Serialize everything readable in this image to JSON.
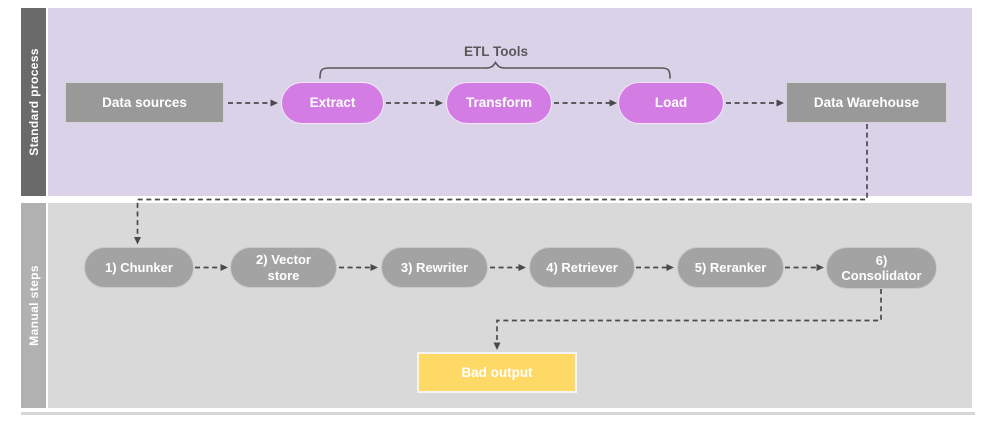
{
  "title": "ETL standard process vs manual steps diagram",
  "colors": {
    "lane_standard_bg": "#d9d2e9",
    "lane_manual_bg": "#d9d9d9",
    "lane_standard_bar": "#6a6a6a",
    "lane_manual_bar": "#b1b1b1",
    "process_gray": "#999999",
    "step_gray": "#a3a3a3",
    "etl_purple": "#d37de4",
    "warning_yellow": "#ffd966",
    "connector": "#4a4a4a",
    "annotation_text": "#595959"
  },
  "lanes": {
    "standard": {
      "label": "Standard process",
      "annotation": "ETL Tools",
      "nodes": [
        {
          "id": "data-sources",
          "label": "Data sources",
          "shape": "rectangle"
        },
        {
          "id": "extract",
          "label": "Extract",
          "shape": "pill"
        },
        {
          "id": "transform",
          "label": "Transform",
          "shape": "pill"
        },
        {
          "id": "load",
          "label": "Load",
          "shape": "pill"
        },
        {
          "id": "data-warehouse",
          "label": "Data Warehouse",
          "shape": "rectangle"
        }
      ]
    },
    "manual": {
      "label": "Manual steps",
      "nodes": [
        {
          "id": "chunker",
          "label": "1) Chunker",
          "shape": "pill"
        },
        {
          "id": "vector-store",
          "label": "2) Vector store",
          "shape": "pill"
        },
        {
          "id": "rewriter",
          "label": "3) Rewriter",
          "shape": "pill"
        },
        {
          "id": "retriever",
          "label": "4) Retriever",
          "shape": "pill"
        },
        {
          "id": "reranker",
          "label": "5) Reranker",
          "shape": "pill"
        },
        {
          "id": "consolidator",
          "label": "6) Consolidator",
          "shape": "pill"
        },
        {
          "id": "bad-output",
          "label": "Bad output",
          "shape": "rectangle"
        }
      ]
    }
  },
  "connections": [
    {
      "from": "data-sources",
      "to": "extract",
      "style": "dashed-arrow"
    },
    {
      "from": "extract",
      "to": "transform",
      "style": "dashed-arrow"
    },
    {
      "from": "transform",
      "to": "load",
      "style": "dashed-arrow"
    },
    {
      "from": "load",
      "to": "data-warehouse",
      "style": "dashed-arrow"
    },
    {
      "from": "data-warehouse",
      "to": "chunker",
      "style": "dashed-arrow-elbow"
    },
    {
      "from": "chunker",
      "to": "vector-store",
      "style": "dashed-arrow"
    },
    {
      "from": "vector-store",
      "to": "rewriter",
      "style": "dashed-arrow"
    },
    {
      "from": "rewriter",
      "to": "retriever",
      "style": "dashed-arrow"
    },
    {
      "from": "retriever",
      "to": "reranker",
      "style": "dashed-arrow"
    },
    {
      "from": "reranker",
      "to": "consolidator",
      "style": "dashed-arrow"
    },
    {
      "from": "consolidator",
      "to": "bad-output",
      "style": "dashed-arrow-elbow"
    }
  ]
}
